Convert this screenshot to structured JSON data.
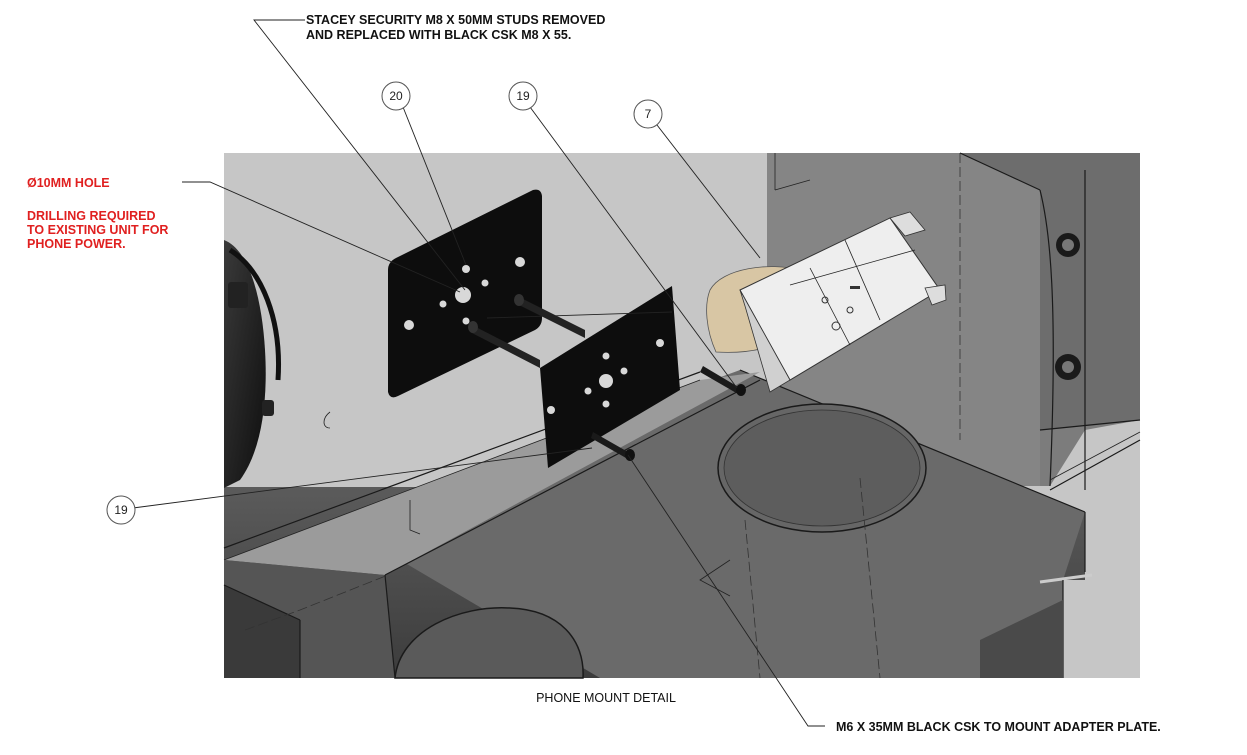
{
  "notes": {
    "studs_line1": "STACEY SECURITY M8 X 50MM STUDS REMOVED",
    "studs_line2": "AND REPLACED WITH BLACK CSK M8 X 55.",
    "hole": "Ø10MM HOLE",
    "drill_line1": "DRILLING REQUIRED",
    "drill_line2": "TO EXISTING UNIT FOR",
    "drill_line3": "PHONE POWER.",
    "screws": "M6 X 35MM BLACK CSK TO MOUNT ADAPTER PLATE."
  },
  "balloons": [
    {
      "id": "balloon-20",
      "label": "20"
    },
    {
      "id": "balloon-19-top",
      "label": "19"
    },
    {
      "id": "balloon-7",
      "label": "7"
    },
    {
      "id": "balloon-19-left",
      "label": "19"
    }
  ],
  "caption": "PHONE MOUNT DETAIL",
  "colors": {
    "annotation_red": "#e02020",
    "plate_black": "#0d0d0d",
    "panel_grey": "#c4c4c4",
    "dark_grey": "#4a4a4a",
    "cradle_tan": "#d8c6a4"
  }
}
